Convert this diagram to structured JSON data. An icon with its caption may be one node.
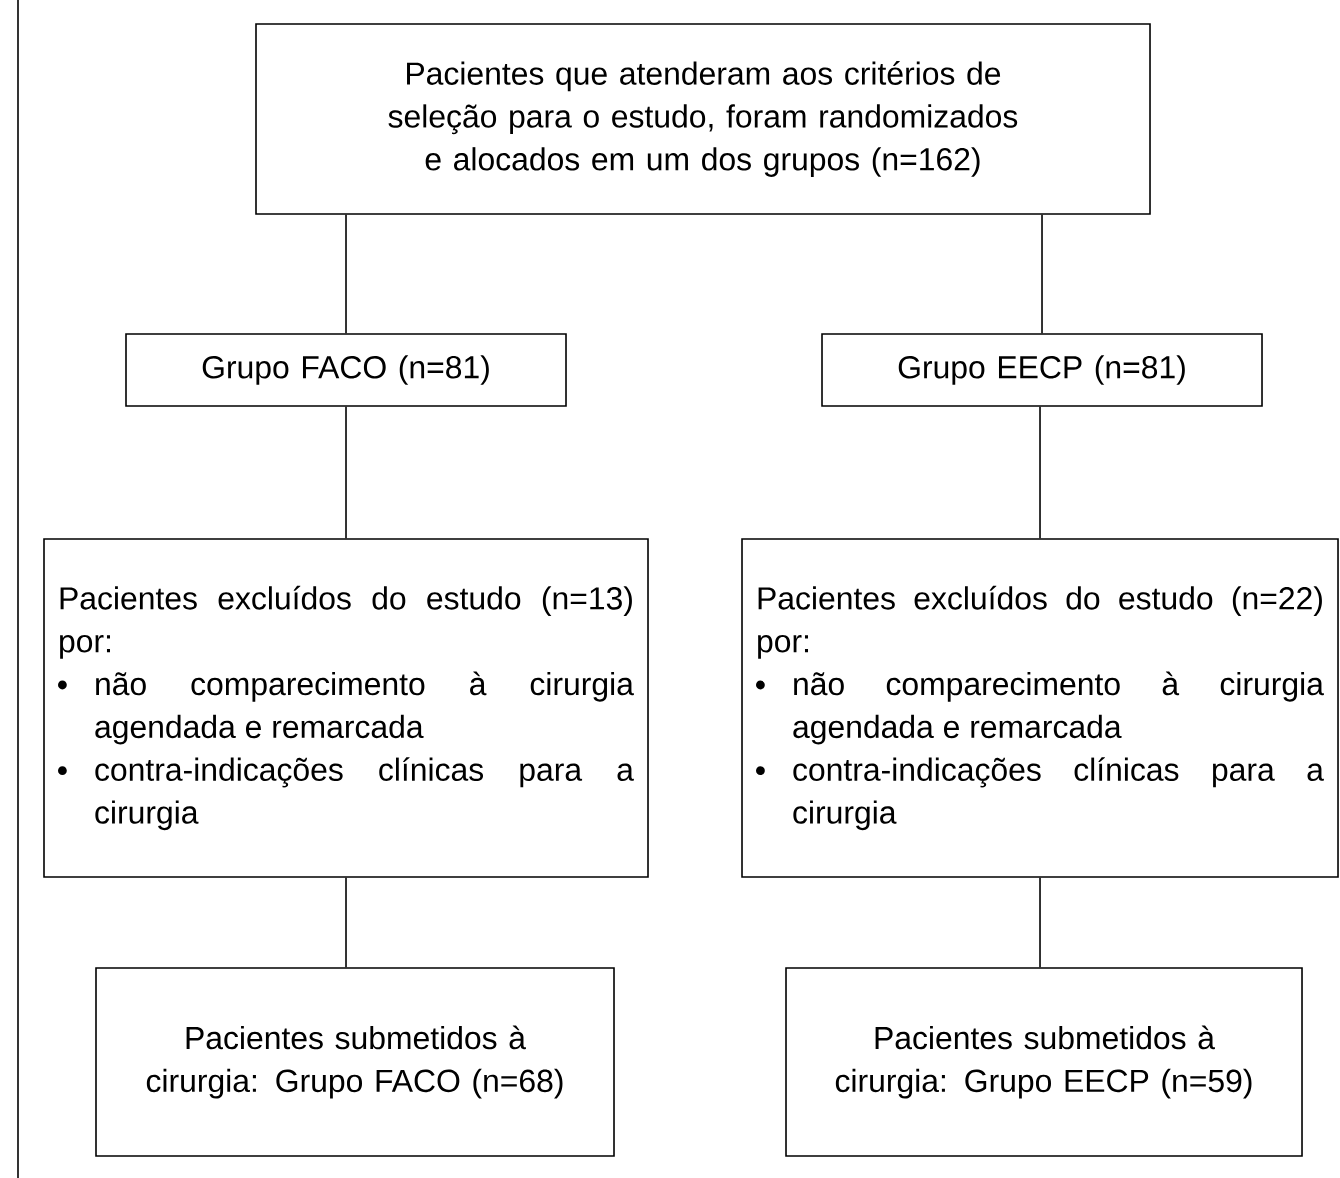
{
  "diagram": {
    "nodes": [
      {
        "text": [
          "Pacientes que atenderam aos critérios de seleção para o estudo, foram randomizados e alocados em um dos grupos (n=162)"
        ]
      },
      {
        "text": [
          "Grupo FACO (n=81)"
        ]
      },
      {
        "text": [
          "Grupo EECP (n=81)"
        ]
      },
      {
        "text": [
          "Pacientes excluídos do estudo (n=13) por:",
          "não comparecimento à cirurgia agendada e remarcada",
          "contra-indicações clínicas para a cirurgia"
        ]
      },
      {
        "text": [
          "Pacientes excluídos do estudo (n=22) por:",
          "não comparecimento à cirurgia agendada e remarcada",
          "contra-indicações clínicas para a cirurgia"
        ]
      },
      {
        "text": [
          "Pacientes submetidos à cirurgia: Grupo FACO (n=68)"
        ]
      },
      {
        "text": [
          "Pacientes submetidos à cirurgia: Grupo EECP (n=59)"
        ]
      }
    ],
    "edges": [
      {
        "from": 0,
        "to": 1,
        "arrow": "none"
      },
      {
        "from": 0,
        "to": 2,
        "arrow": "none"
      },
      {
        "from": 1,
        "to": 3,
        "arrow": "none"
      },
      {
        "from": 2,
        "to": 4,
        "arrow": "none"
      },
      {
        "from": 3,
        "to": 5,
        "arrow": "none"
      },
      {
        "from": 4,
        "to": 6,
        "arrow": "none"
      }
    ]
  }
}
